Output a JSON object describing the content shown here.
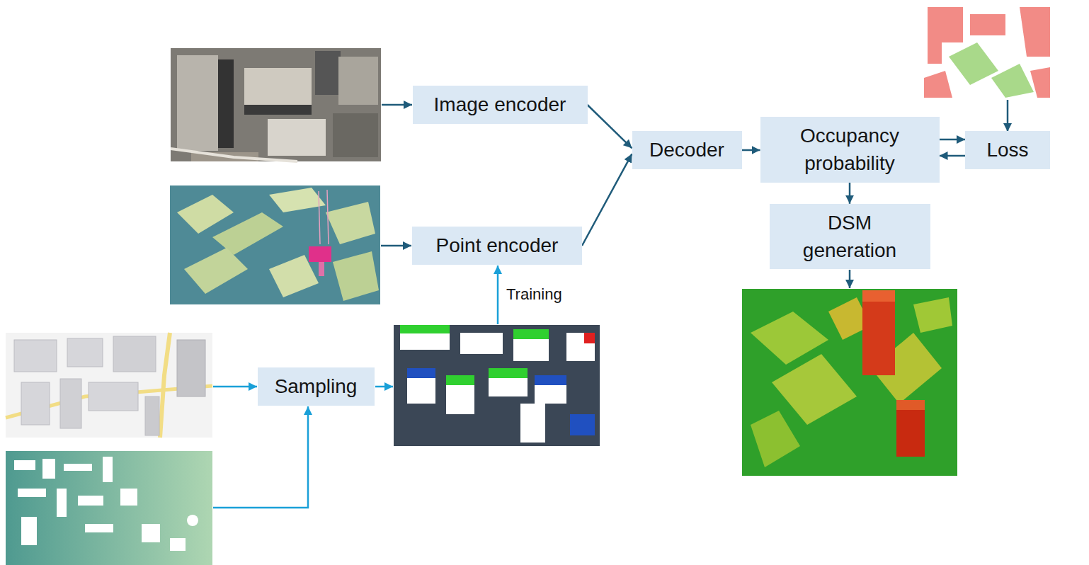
{
  "diagram": {
    "nodes": [
      {
        "text": [
          "Image encoder"
        ]
      },
      {
        "text": [
          "Point encoder"
        ]
      },
      {
        "text": [
          "Decoder"
        ]
      },
      {
        "text": [
          "Occupancy probability"
        ]
      },
      {
        "text": [
          "Loss"
        ]
      },
      {
        "text": [
          "DSM generation"
        ]
      },
      {
        "text": [
          "Sampling"
        ]
      }
    ],
    "edges": [
      {
        "from": 0,
        "to": 2,
        "arrow": "to"
      },
      {
        "from": 1,
        "to": 2,
        "arrow": "to"
      },
      {
        "from": 2,
        "to": 3,
        "arrow": "to"
      },
      {
        "from": 3,
        "to": 4,
        "arrow": "to"
      },
      {
        "from": 4,
        "to": 3,
        "arrow": "to"
      },
      {
        "from": 3,
        "to": 5,
        "arrow": "to"
      }
    ],
    "labels": [
      "Training"
    ]
  }
}
